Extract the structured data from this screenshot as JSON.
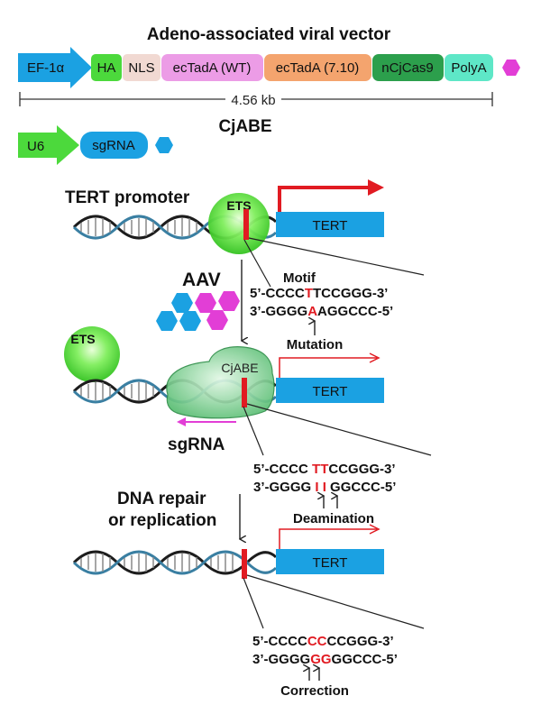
{
  "vector": {
    "title": "Adeno-associated viral vector",
    "promoter": "EF-1α",
    "segments": [
      "HA",
      "NLS",
      "ecTadA (WT)",
      "ecTadA (7.10)",
      "nCjCas9",
      "PolyA"
    ],
    "size_label": "4.56 kb",
    "name": "CjABE"
  },
  "sgrna_cassette": {
    "promoter": "U6",
    "label": "sgRNA"
  },
  "stage1": {
    "title": "TERT promoter",
    "ets_label": "ETS",
    "gene_label": "TERT",
    "motif_label": "Motif",
    "seq_top": [
      "5’-CCCC",
      "T",
      "TCCGGG-3’"
    ],
    "seq_bottom": [
      "3’-GGGG",
      "A",
      "AGGCCC-5’"
    ],
    "annotation": "Mutation"
  },
  "aav_label": "AAV",
  "stage2": {
    "ets_label": "ETS",
    "editor_label": "CjABE",
    "gene_label": "TERT",
    "sgrna_label": "sgRNA",
    "seq_top": [
      "5’-CCCC ",
      "T",
      "T",
      "CCGGG-3’"
    ],
    "seq_bottom": [
      "3’-GGGG ",
      "I",
      "I",
      "GGCCC-5’"
    ],
    "annotation": "Deamination"
  },
  "repair_label": [
    "DNA repair",
    "or replication"
  ],
  "stage3": {
    "gene_label": "TERT",
    "seq_top": [
      "5’-CCCC",
      "CC",
      "CCGGG-3’"
    ],
    "seq_bottom": [
      "3’-GGGG",
      "GG",
      "GGCCC-5’"
    ],
    "annotation": "Correction"
  },
  "colors": {
    "blue": "#1ba1e2",
    "green": "#4cd93c",
    "red": "#e11b22",
    "magenta": "#e23ed6",
    "pink": "#ec9ce6",
    "orange": "#f4a46e",
    "teal": "#5ee7c7",
    "dark_green": "#2c9f4c",
    "nls": "#f1d9d2"
  }
}
